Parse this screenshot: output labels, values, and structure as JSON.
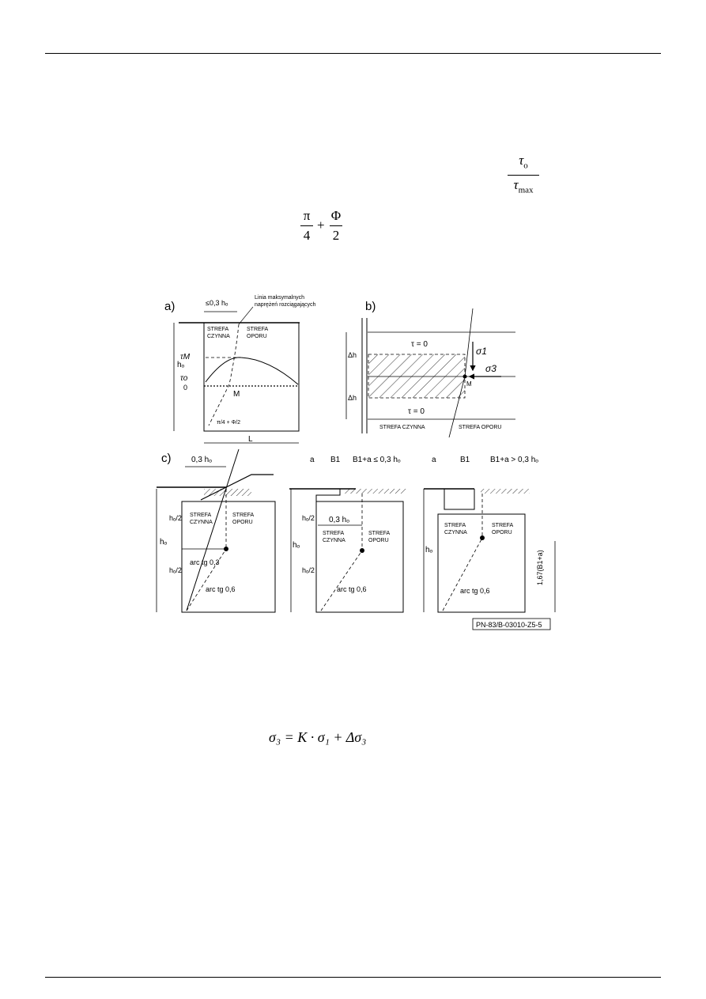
{
  "formulas": {
    "tau_num": "τ",
    "tau_num_sub": "o",
    "tau_den": "τ",
    "tau_den_sub": "max",
    "pi": "π",
    "four": "4",
    "plus": "+",
    "phi": "Φ",
    "two": "2",
    "sigma_eq": "σ₃ = K · σ₁ + Δσ₃"
  },
  "figure": {
    "panel_a": {
      "label": "a)",
      "dim_top": "≤0,3 hₒ",
      "note_line1": "Linia maksymalnych",
      "note_line2": "naprężeń rozciągających",
      "zone_active": [
        "STREFA",
        "CZYNNA"
      ],
      "zone_resist": [
        "STREFA",
        "OPORU"
      ],
      "tau_m": "τM",
      "tau_o": "τo",
      "zero": "0",
      "h_o": "hₒ",
      "point_m": "M",
      "angle": "π/4 + Φ/2",
      "length": "L"
    },
    "panel_b": {
      "label": "b)",
      "tau_zero_top": "τ = 0",
      "tau_zero_bottom": "τ = 0",
      "dh_top": "Δh",
      "dh_bottom": "Δh",
      "sigma1": "σ1",
      "sigma3": "σ3",
      "point_m": "M",
      "zone_active": "STREFA CZYNNA",
      "zone_resist": "STREFA OPORU"
    },
    "panel_c": {
      "label": "c)",
      "c1": {
        "dim_top": "0,3 hₒ",
        "h_half_top": "hₒ/2",
        "h_o": "hₒ",
        "h_half_bottom": "hₒ/2",
        "zone_active": [
          "STREFA",
          "CZYNNA"
        ],
        "zone_resist": [
          "STREFA",
          "OPORU"
        ],
        "arc1": "arc tg 0,3",
        "arc2": "arc tg 0,6"
      },
      "c2": {
        "a": "a",
        "b1": "B1",
        "cond": "B1+a ≤ 0,3 hₒ",
        "dim_mid": "0,3 hₒ",
        "h_half_top": "hₒ/2",
        "h_o": "hₒ",
        "h_half_bottom": "hₒ/2",
        "zone_active": [
          "STREFA",
          "CZYNNA"
        ],
        "zone_resist": [
          "STREFA",
          "OPORU"
        ],
        "arc": "arc tg 0,6"
      },
      "c3": {
        "a": "a",
        "b1": "B1",
        "cond": "B1+a > 0,3 hₒ",
        "h_o": "hₒ",
        "zone_active": [
          "STREFA",
          "CZYNNA"
        ],
        "zone_resist": [
          "STREFA",
          "OPORU"
        ],
        "arc": "arc tg 0,6",
        "vert": "1,67(B1+a)"
      }
    },
    "source": "PN-83/B-03010-Z5-5"
  }
}
